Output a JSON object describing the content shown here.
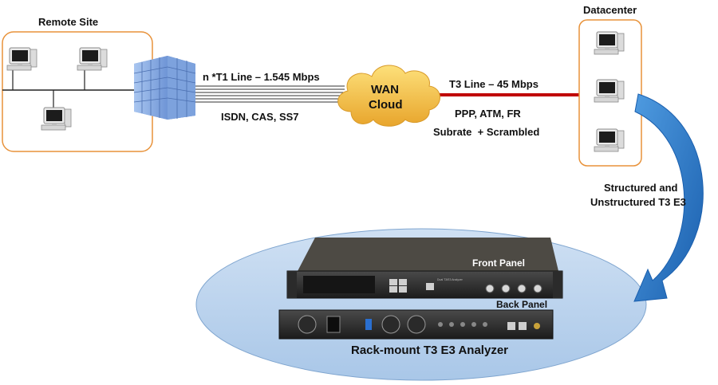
{
  "remote_site": {
    "title": "Remote Site",
    "computer_count": 3
  },
  "datacenter": {
    "title": "Datacenter",
    "computer_count": 3
  },
  "links": {
    "t1_line": "n *T1 Line – 1.545 Mbps",
    "t1_protocols": "ISDN, CAS, SS7",
    "t3_line": "T3 Line – 45 Mbps",
    "t3_protocols": "PPP, ATM, FR",
    "t3_modes": "Subrate  + Scrambled"
  },
  "wan_cloud": {
    "line1": "WAN",
    "line2": "Cloud"
  },
  "arrow_caption": {
    "line1": "Structured and",
    "line2": "Unstructured T3 E3"
  },
  "device": {
    "front_panel_label": "Front Panel",
    "back_panel_label": "Back Panel",
    "caption": "Rack-mount T3 E3 Analyzer",
    "model_text": "Dual T3/E3 Analyzer"
  },
  "colors": {
    "box_border": "#e8923a",
    "t3_line": "#c00000",
    "cloud_fill": "#f7c04a",
    "ellipse_fill": "#b9d3ec",
    "arrow_fill": "#1f6fc0",
    "building": "#8fb3e8"
  },
  "icons": [
    "desktop-computer-icon",
    "office-building-icon",
    "wan-cloud-icon",
    "curved-arrow-icon",
    "rack-unit-icon"
  ]
}
